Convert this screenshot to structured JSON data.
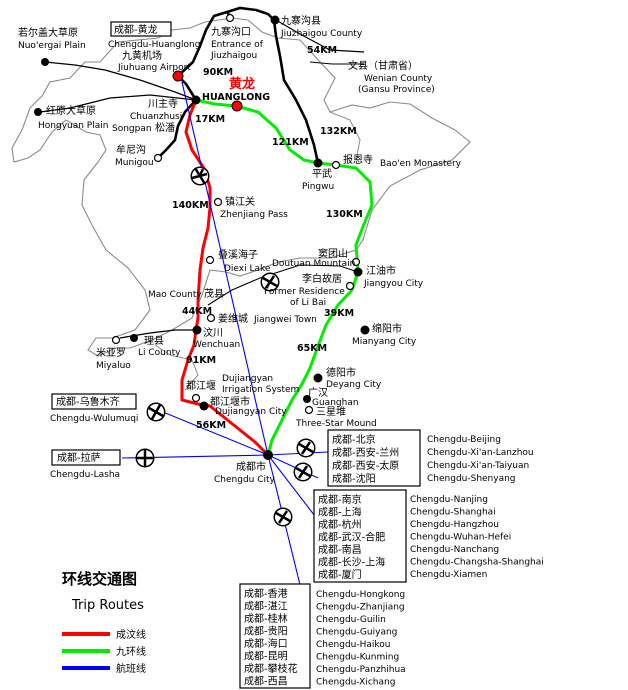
{
  "places": {
    "jiuzhaigou_entrance": {
      "cn": "九寨沟口",
      "en1": "Entrance of",
      "en2": "Jiuzhaigou"
    },
    "jiuzhaigou_county": {
      "cn": "九寨沟县",
      "en": "Jiuzhaigou County"
    },
    "nuoergai": {
      "cn": "若尔盖大草原",
      "en": "Nuo'ergai Plain"
    },
    "hongyuan": {
      "cn": "红原大草原",
      "en": "Hongyuan Plain"
    },
    "airport": {
      "cn1": "成都-黄龙",
      "en1": "Chengdu-Huanglong",
      "cn2": "九黄机场",
      "en2": "Jiuhuang Airport"
    },
    "wenian": {
      "cn": "文县（甘肃省）",
      "en1": "Wenian County",
      "en2": "(Gansu Province)"
    },
    "huanglong": {
      "cn": "黄龙",
      "en": "HUANGLONG"
    },
    "chuanzhusi": {
      "cn": "川主寺",
      "en": "Chuanzhusi"
    },
    "songpan": {
      "en": "Songpan",
      "cn": "松潘"
    },
    "munigou": {
      "cn": "牟尼沟",
      "en": "Munigou"
    },
    "pingwu": {
      "cn": "平武",
      "en": "Pingwu"
    },
    "baoen": {
      "cn": "报恩寺",
      "en": "Bao'en Monastery"
    },
    "zhenjiang": {
      "cn": "镇江关",
      "en": "Zhenjiang Pass"
    },
    "diexi": {
      "cn": "叠溪海子",
      "en": "Diexi Lake"
    },
    "doutuan": {
      "cn": "窦团山",
      "en": "Doutuan Mountain"
    },
    "jiangyou": {
      "cn": "江油市",
      "en": "Jiangyou City"
    },
    "libai": {
      "cn": "李白故居",
      "en1": "Former Residence",
      "en2": "of Li Bai"
    },
    "maoxian": {
      "en": "Mao County",
      "cn": "茂县"
    },
    "jiangwei": {
      "cn": "姜维城",
      "en": "Jiangwei Town"
    },
    "wenchuan": {
      "cn": "汶川",
      "en": "Wenchuan"
    },
    "lixian": {
      "cn": "理县",
      "en": "Li County"
    },
    "miyaluo": {
      "cn": "米亚罗",
      "en": "Miyaluo"
    },
    "mianyang": {
      "cn": "绵阳市",
      "en": "Mianyang City"
    },
    "deyang": {
      "cn": "德阳市",
      "en": "Deyang City"
    },
    "guanghan": {
      "cn": "广汉",
      "en": "Guanghan"
    },
    "sanxingdui": {
      "cn": "三星堆",
      "en": "Three-Star Mound"
    },
    "djy_system": {
      "cn": "都江堰",
      "en1": "Dujiangyan",
      "en2": "Irrigation System"
    },
    "djy_city": {
      "cn": "都江堰市",
      "en": "Dujiangyan City"
    },
    "chengdu": {
      "cn": "成都市",
      "en": "Chengdu City"
    }
  },
  "distances": {
    "d90": "90KM",
    "d54": "54KM",
    "d17": "17KM",
    "d121": "121KM",
    "d132": "132KM",
    "d140": "140KM",
    "d130": "130KM",
    "d44": "44KM",
    "d39": "39KM",
    "d91": "91KM",
    "d65": "65KM",
    "d56": "56KM"
  },
  "flights": {
    "wulumuqi": {
      "cn": "成都-乌鲁木齐",
      "en": "Chengdu-Wulumuqi"
    },
    "lasa": {
      "cn": "成都-拉萨",
      "en": "Chengdu-Lasha"
    },
    "north_cn": [
      "成都-北京",
      "成都-西安-兰州",
      "成都-西安-太原",
      "成都-沈阳"
    ],
    "north_en": [
      "Chengdu-Beijing",
      "Chengdu-Xi'an-Lanzhou",
      "Chengdu-Xi'an-Taiyuan",
      "Chengdu-Shenyang"
    ],
    "east_cn": [
      "成都-南京",
      "成都-上海",
      "成都-杭州",
      "成都-武汉-合肥",
      "成都-南昌",
      "成都-长沙-上海",
      "成都-厦门"
    ],
    "east_en": [
      "Chengdu-Nanjing",
      "Chengdu-Shanghai",
      "Chengdu-Hangzhou",
      "Chengdu-Wuhan-Hefei",
      "Chengdu-Nanchang",
      "Chengdu-Changsha-Shanghai",
      "Chengdu-Xiamen"
    ],
    "south_cn": [
      "成都-香港",
      "成都-湛江",
      "成都-桂林",
      "成都-贵阳",
      "成都-海口",
      "成都-昆明",
      "成都-攀枝花",
      "成都-西昌"
    ],
    "south_en": [
      "Chengdu-Hongkong",
      "Chengdu-Zhanjiang",
      "Chengdu-Guilin",
      "Chengdu-Guiyang",
      "Chengdu-Haikou",
      "Chengdu-Kunming",
      "Chengdu-Panzhihua",
      "Chengdu-Xichang"
    ]
  },
  "legend": {
    "title_cn": "环线交通图",
    "title_en": "Trip Routes",
    "items": [
      {
        "label": "成汶线",
        "color": "#ff0000"
      },
      {
        "label": "九环线",
        "color": "#00ee00"
      },
      {
        "label": "航班线",
        "color": "#0000ff"
      }
    ]
  },
  "colors": {
    "red": "#ff0000",
    "green": "#00ee00",
    "blue": "#0000ff",
    "road": "#000000",
    "border": "#888888"
  }
}
